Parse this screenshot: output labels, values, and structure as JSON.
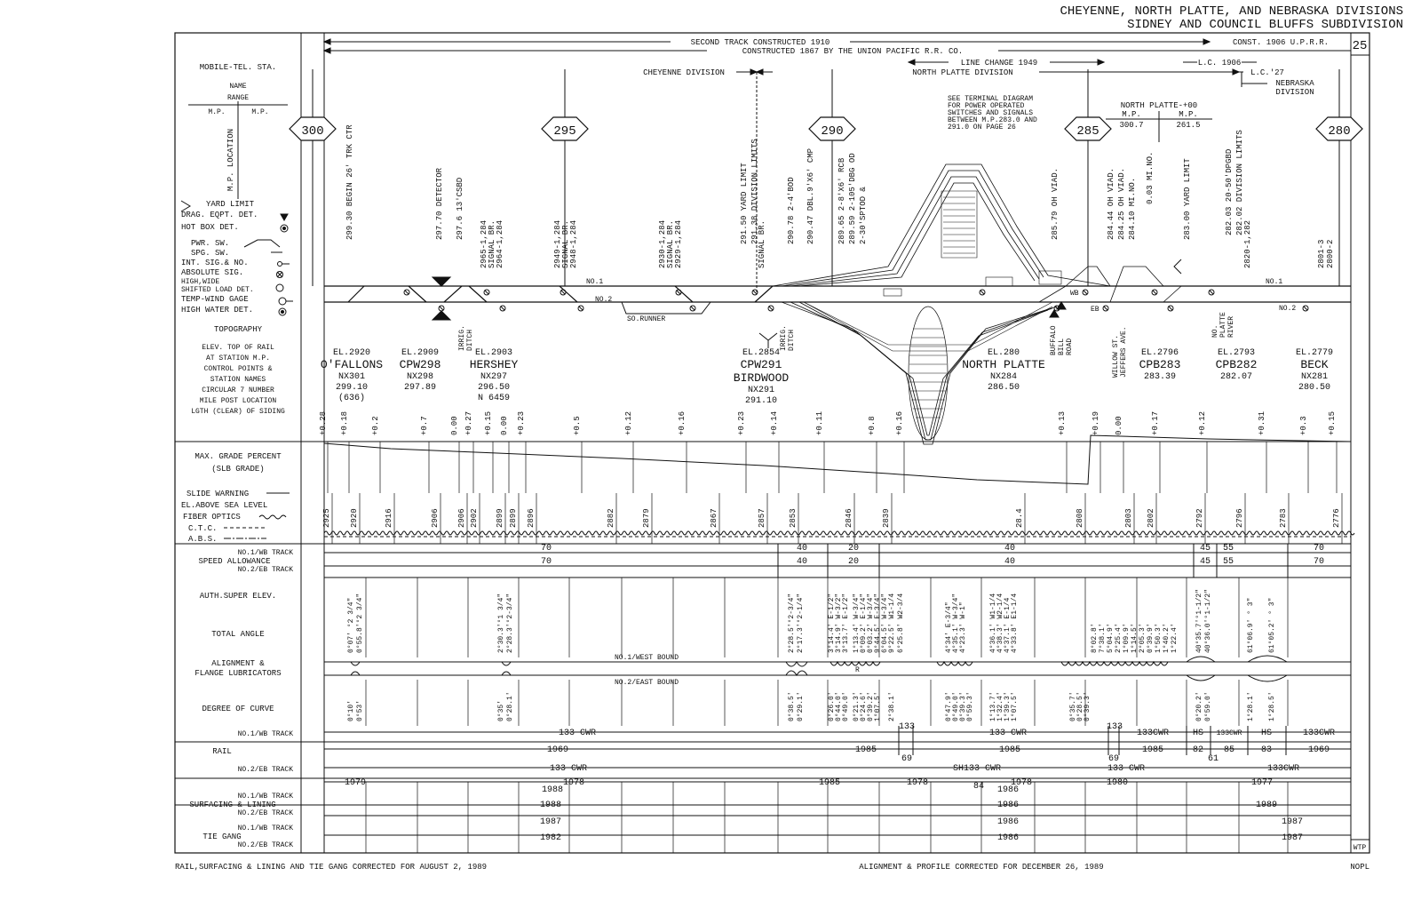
{
  "header": {
    "title_line1": "CHEYENNE, NORTH PLATTE, AND NEBRASKA DIVISIONS",
    "title_line2": "SIDNEY AND COUNCIL BLUFFS SUBDIVISION",
    "page_number": "25"
  },
  "top_notes": {
    "second_track": "SECOND TRACK CONSTRUCTED 1910",
    "const_1906": "CONST. 1906 U.P.R.R.",
    "constructed_1867": "CONSTRUCTED 1867 BY THE UNION PACIFIC R.R. CO.",
    "line_change": "LINE CHANGE 1949",
    "lc_1906": "L.C. 1906",
    "lc_27": "L.C.'27",
    "cheyenne_div": "CHEYENNE DIVISION",
    "north_platte_div": "NORTH PLATTE DIVISION",
    "nebraska_div": "NEBRASKA",
    "nebraska_div2": "DIVISION",
    "terminal_note": [
      "SEE TERMINAL DIAGRAM",
      "FOR POWER OPERATED",
      "SWITCHES AND SIGNALS",
      "BETWEEN M.P.283.0 AND",
      "291.0 ON PAGE 26"
    ],
    "np_box_title": "NORTH PLATTE-+00",
    "np_box_mp": "M.P.",
    "np_box_v1": "300.7",
    "np_box_v2": "261.5"
  },
  "legend": {
    "mobile_tel": "MOBILE-TEL. STA.",
    "name": "NAME",
    "range": "RANGE",
    "mp_left": "M.P.",
    "mp_right": "M.P.",
    "mp_location": "M.P. LOCATION",
    "yard_limit": "YARD LIMIT",
    "drag": "DRAG. EQPT. DET.",
    "hot_box": "HOT BOX DET.",
    "pwr_sw": "PWR. SW.",
    "spg_sw": "SPG. SW.",
    "int_sig": "INT. SIG.& NO.",
    "abs_sig": "ABSOLUTE SIG.",
    "high_wide": "HIGH,WIDE",
    "shifted": "SHIFTED LOAD DET.",
    "temp_wind": "TEMP-WIND GAGE",
    "high_water": "HIGH WATER DET.",
    "topography": "TOPOGRAPHY",
    "elev_block": [
      "ELEV. TOP OF RAIL",
      "AT STATION M.P.",
      "CONTROL POINTS &",
      "STATION NAMES",
      "CIRCULAR 7 NUMBER",
      "MILE POST LOCATION",
      "LGTH (CLEAR) OF SIDING"
    ],
    "max_grade": "MAX. GRADE PERCENT",
    "slb": "(SLB GRADE)",
    "slide": "SLIDE WARNING",
    "el_above": "EL.ABOVE SEA LEVEL",
    "fiber": "FIBER OPTICS",
    "ctc": "C.T.C.",
    "abs": "A.B.S.",
    "no1_wb": "NO.1/WB TRACK",
    "speed": "SPEED ALLOWANCE",
    "no2_eb": "NO.2/EB TRACK",
    "auth": "AUTH.SUPER ELEV.",
    "total_angle": "TOTAL ANGLE",
    "alignment": "ALIGNMENT &",
    "flange": "FLANGE LUBRICATORS",
    "degree": "DEGREE OF CURVE",
    "rail_wb": "NO.1/WB TRACK",
    "rail": "RAIL",
    "rail_eb": "NO.2/EB TRACK",
    "surf_wb": "NO.1/WB TRACK",
    "surfacing": "SURFACING & LINING",
    "surf_eb": "NO.2/EB TRACK",
    "tie_wb": "NO.1/WB TRACK",
    "tie": "TIE GANG",
    "tie_eb": "NO.2/EB TRACK"
  },
  "mileposts": [
    {
      "label": "300"
    },
    {
      "label": "295"
    },
    {
      "label": "290"
    },
    {
      "label": "285"
    },
    {
      "label": "280"
    }
  ],
  "features": [
    {
      "text": "299.30  BEGIN 26' TRK CTR"
    },
    {
      "text": "297.70  DETECTOR"
    },
    {
      "text": "297.6  13'CSBD"
    },
    {
      "text": "2965-1,284"
    },
    {
      "text": "SIGNAL BR."
    },
    {
      "text": "2964-1,284"
    },
    {
      "text": "2949-1,284"
    },
    {
      "text": "SIGNAL BR."
    },
    {
      "text": "2948-1,284"
    },
    {
      "text": "2930-1,284"
    },
    {
      "text": "SIGNAL BR."
    },
    {
      "text": "2929-1,284"
    },
    {
      "text": "291.50  YARD LIMIT"
    },
    {
      "text": "291.38  DIVISION LIMITS"
    },
    {
      "text": "SIGNAL BR."
    },
    {
      "text": "290.78  2-4'BOD"
    },
    {
      "text": "290.47  DBL.9'X6' CMP"
    },
    {
      "text": "289.65  2-8'X6' RCB"
    },
    {
      "text": "289.59  2-105'DBG OD"
    },
    {
      "text": "2-30'SPTOD &"
    },
    {
      "text": "285.79  OH VIAD."
    },
    {
      "text": "284.44  OH VIAD."
    },
    {
      "text": "284.25  OH VIAD."
    },
    {
      "text": "284.10  MI.NO."
    },
    {
      "text": "0.03 MI.NO."
    },
    {
      "text": "283.00  YARD LIMIT"
    },
    {
      "text": "282.03  20-50'DPGBD"
    },
    {
      "text": "282.02  DIVISION LIMITS"
    },
    {
      "text": "2820-1,282"
    },
    {
      "text": "2801-3"
    },
    {
      "text": "2800-2"
    }
  ],
  "track_labels": {
    "no1": "NO.1",
    "no2": "NO.2",
    "so_runner": "SO.RUNNER",
    "wb": "WB",
    "eb": "EB",
    "irrig1": "IRRIG.",
    "irrig1b": "DITCH",
    "irrig2": "IRRIG.",
    "irrig2b": "DITCH",
    "buffalo": "BUFFALO",
    "bill": "BILL",
    "road": "ROAD",
    "willow": "WILLOW ST.",
    "jeffers": "JEFFERS AVE.",
    "noplatte": "NO.",
    "platte": "PLATTE",
    "river": "RIVER",
    "no1_right": "NO.1",
    "no2_right": "NO.2"
  },
  "stations": [
    {
      "elev": "EL.2920",
      "name": "O'FALLONS",
      "cp": "NX301",
      "mp": "299.10",
      "siding": "(636)"
    },
    {
      "elev": "EL.2909",
      "name": "CPW298",
      "cp": "NX298",
      "mp": "297.89",
      "siding": ""
    },
    {
      "elev": "EL.2903",
      "name": "HERSHEY",
      "cp": "NX297",
      "mp": "296.50",
      "siding": "N 6459"
    },
    {
      "elev": "EL.2854",
      "name": "CPW291",
      "name2": "BIRDWOOD",
      "cp": "NX291",
      "mp": "291.10",
      "siding": ""
    },
    {
      "elev": "EL.280",
      "name": "NORTH PLATTE",
      "cp": "NX284",
      "mp": "286.50",
      "siding": ""
    },
    {
      "elev": "EL.2796",
      "name": "CPB283",
      "cp": "",
      "mp": "283.39",
      "siding": ""
    },
    {
      "elev": "EL.2793",
      "name": "CPB282",
      "cp": "",
      "mp": "282.07",
      "siding": ""
    },
    {
      "elev": "EL.2779",
      "name": "BECK",
      "cp": "NX281",
      "mp": "280.50",
      "siding": ""
    }
  ],
  "grades": [
    "+0.28",
    "+0.18",
    "+0.2",
    "+0.7",
    "0.00",
    "+0.27",
    "+0.15",
    "0.00",
    "+0.23",
    "+0.5",
    "+0.12",
    "+0.16",
    "+0.23",
    "+0.14",
    "+0.11",
    "+0.8",
    "+0.16",
    "+0.13",
    "+0.19",
    "0.00",
    "+0.17",
    "+0.12",
    "+0.31",
    "+0.3",
    "+0.15"
  ],
  "elevations": [
    "2925",
    "2920",
    "2916",
    "2906",
    "2906",
    "2902",
    "2899",
    "2899",
    "2896",
    "2882",
    "2879",
    "2867",
    "2857",
    "2853",
    "2846",
    "2839",
    "28.4",
    "2808",
    "2803",
    "2802",
    "2792",
    "2796",
    "2783",
    "2776"
  ],
  "speed": {
    "s70a": "70",
    "s70b": "70",
    "s40a": "40",
    "s40b": "40",
    "s20a": "20",
    "s20b": "20",
    "s40c": "40",
    "s40d": "40",
    "s45a": "45",
    "s45b": "45",
    "s55a": "55",
    "s55b": "55",
    "s70c": "70",
    "s70d": "70"
  },
  "curves": {
    "super": [
      "0°07' °2 3/4\"",
      "0°55.8'°2 3/4\"",
      "2°30.3'°1 3/4\"",
      "2°28.3'°2-3/4\"",
      "2°28.5'°2-3/4\"",
      "2°17.3'°2-1/4\"",
      "3°14.4' E-1/2\"",
      "3°14.9' W-3/2\"",
      "3°13.7' E-1/2\"",
      "1°13.4' W-3/4\"",
      "0°09.2' E-1/4\"",
      "0°03.2' W-3/4\"",
      "9°44.5' E-3/4\"",
      "6°04.5' W-3/4\"",
      "9°22.5' W1-1/4",
      "6°25.8' W2-3/4",
      "4°34' E-3/4\"",
      "4°35.1' W-3/4\"",
      "4°23.3' W-1\"",
      "4°36.1' W1-1/4",
      "4°38.3' W2-1/4",
      "4°37.1' E-1/4",
      "4°33.8' E1-1/4",
      "40°35.7'°1-1/2\"",
      "40°36.0'°1-1/2\"",
      "61°06.9' ° 3\"",
      "61°05.2' ° 3\""
    ],
    "west_bound": "NO.1/WEST BOUND",
    "east_bound": "NO.2/EAST BOUND",
    "degree": [
      "0°10'",
      "0°53'",
      "0°35'",
      "0°28.1'",
      "0°38.5'",
      "0°29.1'",
      "0°26.0'",
      "0°44.0'",
      "0°49.0'",
      "0°21.3'",
      "0°24.6'",
      "0°39.2'",
      "1°07.5'",
      "2°38.1'",
      "0°47.9'",
      "0°49.0'",
      "0°39.3'",
      "0°59.3'",
      "1°13.7'",
      "1°32.4'",
      "1°39.3'",
      "1°07.5'",
      "0°35.7'",
      "0°28.5'",
      "0°39.3'",
      "0°20.2'",
      "0°59.0'",
      "1°28.1'",
      "1°28.5'"
    ],
    "n133a": "133",
    "n133b": "133",
    "r_note": "R",
    "multi_col": [
      "8°02.8'",
      "7°38.1'",
      "5°04.9'",
      "2°25.4'",
      "1°09.9'",
      "1°14.5'",
      "2°05.3'",
      "0°39.9'",
      "1°50.3'",
      "1°40.2'",
      "1°22.4'"
    ]
  },
  "rail": {
    "wb_133a": "133 CWR",
    "wb_133b": "133 CWR",
    "wb_133c": "133CWR",
    "wb_hs1": "HS",
    "wb_133cwr_sm": "133CWR",
    "wb_hs2": "HS",
    "wb_133d": "133CWR",
    "y1969a": "1969",
    "y1985a": "1985",
    "n69a": "69",
    "y1985b": "1985",
    "y1985c": "1985",
    "n69b": "69",
    "n82": "82",
    "n61": "61",
    "n85": "85",
    "n83": "83",
    "y1969b": "1969",
    "eb_133a": "133 CWR",
    "eb_sh133": "SH133 CWR",
    "eb_133b": "133 CWR",
    "eb_133c": "133CWR"
  },
  "surfacing": {
    "y1979": "1979",
    "y1978a": "1978",
    "y1988a": "1988",
    "y1985": "1985",
    "y1978b": "1978",
    "n84": "84",
    "y1986a": "1986",
    "y1978c": "1978",
    "y1980": "1980",
    "y1977": "1977",
    "y1988b": "1988",
    "y1986b": "1986",
    "y1989": "1989"
  },
  "tie": {
    "y1987a": "1987",
    "y1986a": "1986",
    "y1987b": "1987",
    "y1982": "1982",
    "y1986b": "1986",
    "y1987c": "1987"
  },
  "footer": {
    "left": "RAIL,SURFACING & LINING AND TIE GANG CORRECTED FOR AUGUST 2, 1989",
    "center": "ALIGNMENT & PROFILE CORRECTED FOR DECEMBER 26, 1989",
    "right": "NOPL",
    "wtp": "WTP"
  }
}
